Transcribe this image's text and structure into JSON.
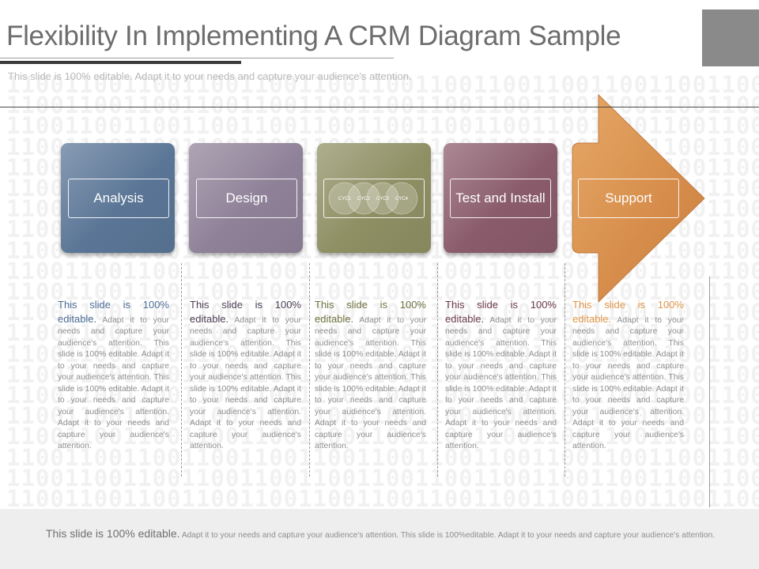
{
  "header": {
    "title": "Flexibility In Implementing A CRM Diagram Sample",
    "subtitle": "This slide is 100% editable. Adapt it to your needs and capture your audience's attention."
  },
  "stages": [
    {
      "label": "Analysis",
      "color": "#5a7596",
      "lead_color": "#4d6d96"
    },
    {
      "label": "Design",
      "color": "#8f8198",
      "lead_color": "#4d4058"
    },
    {
      "label": "",
      "color": "#8e8f63",
      "lead_color": "#6f7140",
      "cycles": [
        "CYC1",
        "CYC2",
        "CYC3",
        "CYC4"
      ]
    },
    {
      "label": "Test and Install",
      "color": "#8a5b6b",
      "lead_color": "#6c3a4c"
    },
    {
      "label": "Support",
      "color": "#d88f4d",
      "lead_color": "#e0964a"
    }
  ],
  "description": {
    "lead": "This slide is 100% editable.",
    "body": " Adapt it to your needs and capture your audience's attention. This slide is 100% editable. Adapt it to your needs and capture your audience's attention. This slide is 100% editable. Adapt it to your needs and capture your audience's attention. Adapt it to your needs and capture your audience's attention."
  },
  "footer": {
    "lead": "This slide is 100% editable.",
    "body": " Adapt it to your needs and capture your audience's attention. This slide is 100%editable. Adapt it to your needs and capture your audience's attention."
  },
  "background": {
    "binary_pattern": "1100110011001100110011001100110011001100110011001100110011"
  }
}
